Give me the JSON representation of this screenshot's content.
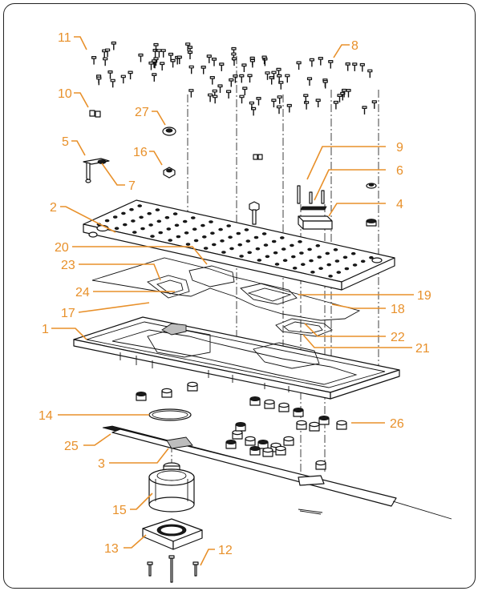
{
  "diagram": {
    "callouts": [
      {
        "id": "c11",
        "text": "11"
      },
      {
        "id": "c8",
        "text": "8"
      },
      {
        "id": "c10",
        "text": "10"
      },
      {
        "id": "c27",
        "text": "27"
      },
      {
        "id": "c5",
        "text": "5"
      },
      {
        "id": "c16",
        "text": "16"
      },
      {
        "id": "c7",
        "text": "7"
      },
      {
        "id": "c9",
        "text": "9"
      },
      {
        "id": "c6",
        "text": "6"
      },
      {
        "id": "c2",
        "text": "2"
      },
      {
        "id": "c4",
        "text": "4"
      },
      {
        "id": "c20",
        "text": "20"
      },
      {
        "id": "c23",
        "text": "23"
      },
      {
        "id": "c24",
        "text": "24"
      },
      {
        "id": "c19",
        "text": "19"
      },
      {
        "id": "c17",
        "text": "17"
      },
      {
        "id": "c18",
        "text": "18"
      },
      {
        "id": "c1",
        "text": "1"
      },
      {
        "id": "c22",
        "text": "22"
      },
      {
        "id": "c21",
        "text": "21"
      },
      {
        "id": "c14",
        "text": "14"
      },
      {
        "id": "c26",
        "text": "26"
      },
      {
        "id": "c25",
        "text": "25"
      },
      {
        "id": "c3",
        "text": "3"
      },
      {
        "id": "c15",
        "text": "15"
      },
      {
        "id": "c13",
        "text": "13"
      },
      {
        "id": "c12",
        "text": "12"
      }
    ],
    "colors": {
      "label": "#e8902a",
      "line": "#111111",
      "frame": "#222222"
    }
  }
}
